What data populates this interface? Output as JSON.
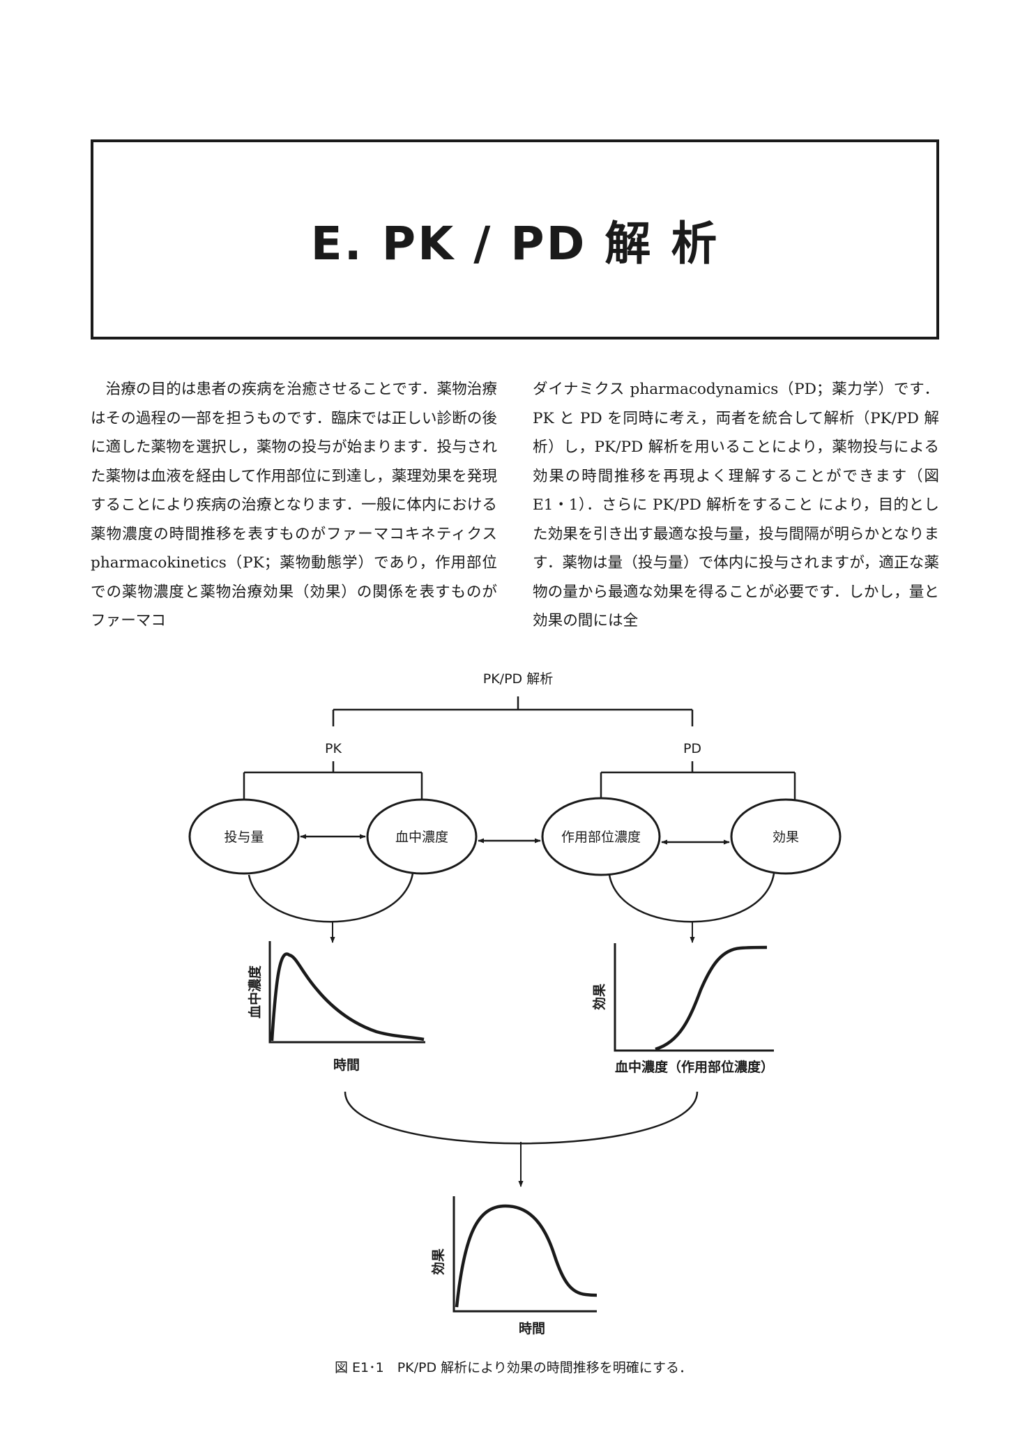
{
  "section": {
    "title": "E.  PK / PD  解  析"
  },
  "body": {
    "col1": "治療の目的は患者の疾病を治癒させることです．薬物治療はその過程の一部を担うものです．臨床では正しい診断の後に適した薬物を選択し，薬物の投与が始まります．投与された薬物は血液を経由して作用部位に到達し，薬理効果を発現することにより疾病の治療となります．一般に体内における薬物濃度の時間推移を表すものがファーマコキネティクス pharmacokinetics（PK；薬物動態学）であり，作用部位での薬物濃度と薬物治療効果（効果）の関係を表すものがファーマコ",
    "col2": "ダイナミクス pharmacodynamics（PD；薬力学）です．PK と PD を同時に考え，両者を統合して解析（PK/PD 解析）し，PK/PD 解析を用いることにより，薬物投与による効果の時間推移を再現よく理解することができます（図 E1・1）．さらに PK/PD 解析をすること により，目的とした効果を引き出す最適な投与量，投与間隔が明らかとなります．薬物は量（投与量）で体内に投与されますが，適正な薬物の量から最適な効果を得ることが必要です．しかし，量と効果の間には全"
  },
  "figure": {
    "root_label": "PK/PD 解析",
    "pk_label": "PK",
    "pd_label": "PD",
    "node_dose": "投与量",
    "node_blood": "血中濃度",
    "node_site": "作用部位濃度",
    "node_effect": "効果",
    "graph1_ylabel": "血中濃度",
    "graph1_xlabel": "時間",
    "graph2_ylabel": "効果",
    "graph2_xlabel": "血中濃度（作用部位濃度）",
    "graph3_ylabel": "効果",
    "graph3_xlabel": "時間",
    "caption": "図 E1･1　PK/PD 解析により効果の時間推移を明確にする．"
  }
}
